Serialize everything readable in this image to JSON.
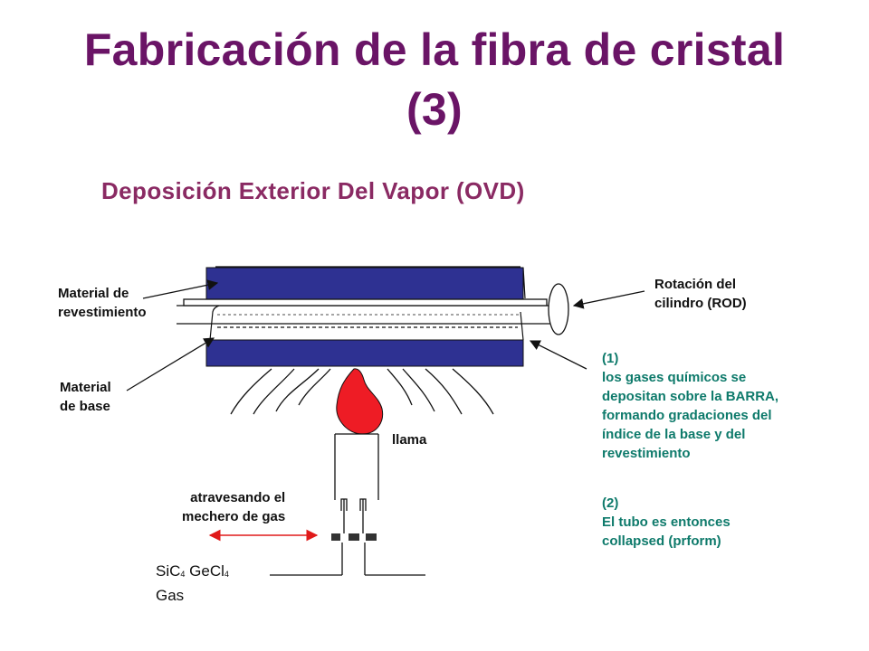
{
  "title_line1": "Fabricación de la fibra de cristal",
  "title_line2": "(3)",
  "subtitle": "Deposición Exterior Del Vapor (OVD)",
  "labels": {
    "cladding_1": "Material de",
    "cladding_2": "revestimiento",
    "base_1": "Material",
    "base_2": "de base",
    "rotation_1": "Rotación del",
    "rotation_2": "cilindro (ROD)",
    "flame": "llama",
    "burner_1": "atravesando el",
    "burner_2": "mechero de gas"
  },
  "gas": {
    "sic": "SiC",
    "sic_sub": "4",
    "gecl": "GeCl",
    "gecl_sub": "4",
    "line2": "Gas"
  },
  "notes": {
    "step1_num": "(1)",
    "step1_lines": [
      "los gases químicos se",
      "depositan sobre la BARRA,",
      "formando gradaciones del",
      "índice de la base y del",
      "revestimiento"
    ],
    "step2_num": "(2)",
    "step2_lines": [
      "El tubo es entonces",
      "collapsed (prform)"
    ]
  },
  "colors": {
    "title": "#6a1466",
    "subtitle": "#8a2a63",
    "note_text": "#0e7a6b",
    "deposit": "#2e3192",
    "flame": "#ee1c25",
    "motion_arrow": "#e01a1a"
  }
}
